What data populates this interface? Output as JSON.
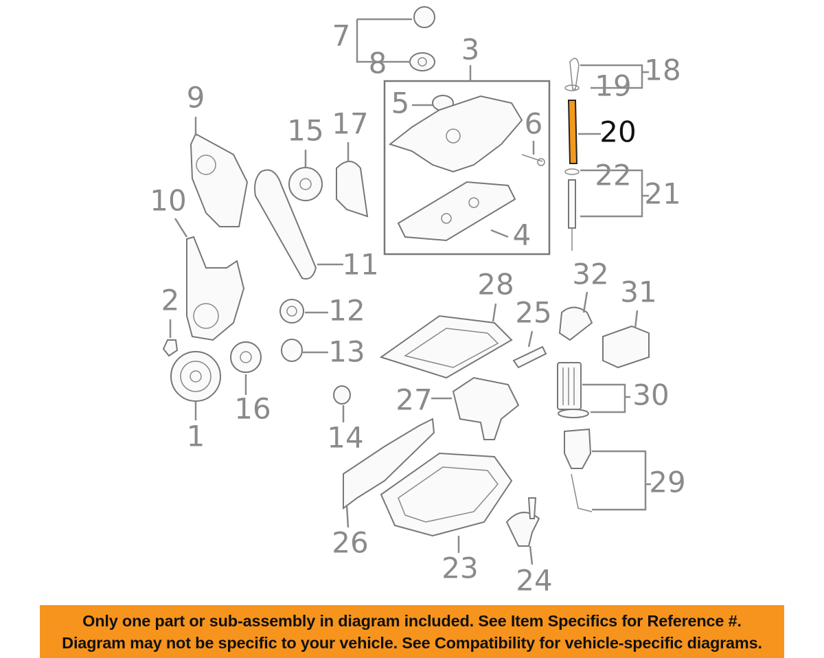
{
  "diagram": {
    "callouts": [
      "1",
      "2",
      "3",
      "4",
      "5",
      "6",
      "7",
      "8",
      "9",
      "10",
      "11",
      "12",
      "13",
      "14",
      "15",
      "16",
      "17",
      "18",
      "19",
      "20",
      "21",
      "22",
      "23",
      "24",
      "25",
      "26",
      "27",
      "28",
      "29",
      "30",
      "31",
      "32"
    ],
    "highlighted_part": "20",
    "highlight_color": "#f39a1e"
  },
  "banner": {
    "line1": "Only one part or sub-assembly in diagram included. See Item Specifics for Reference #.",
    "line2": "Diagram may not be specific to your vehicle. See Compatibility for vehicle-specific diagrams.",
    "color": "#f7941d"
  }
}
